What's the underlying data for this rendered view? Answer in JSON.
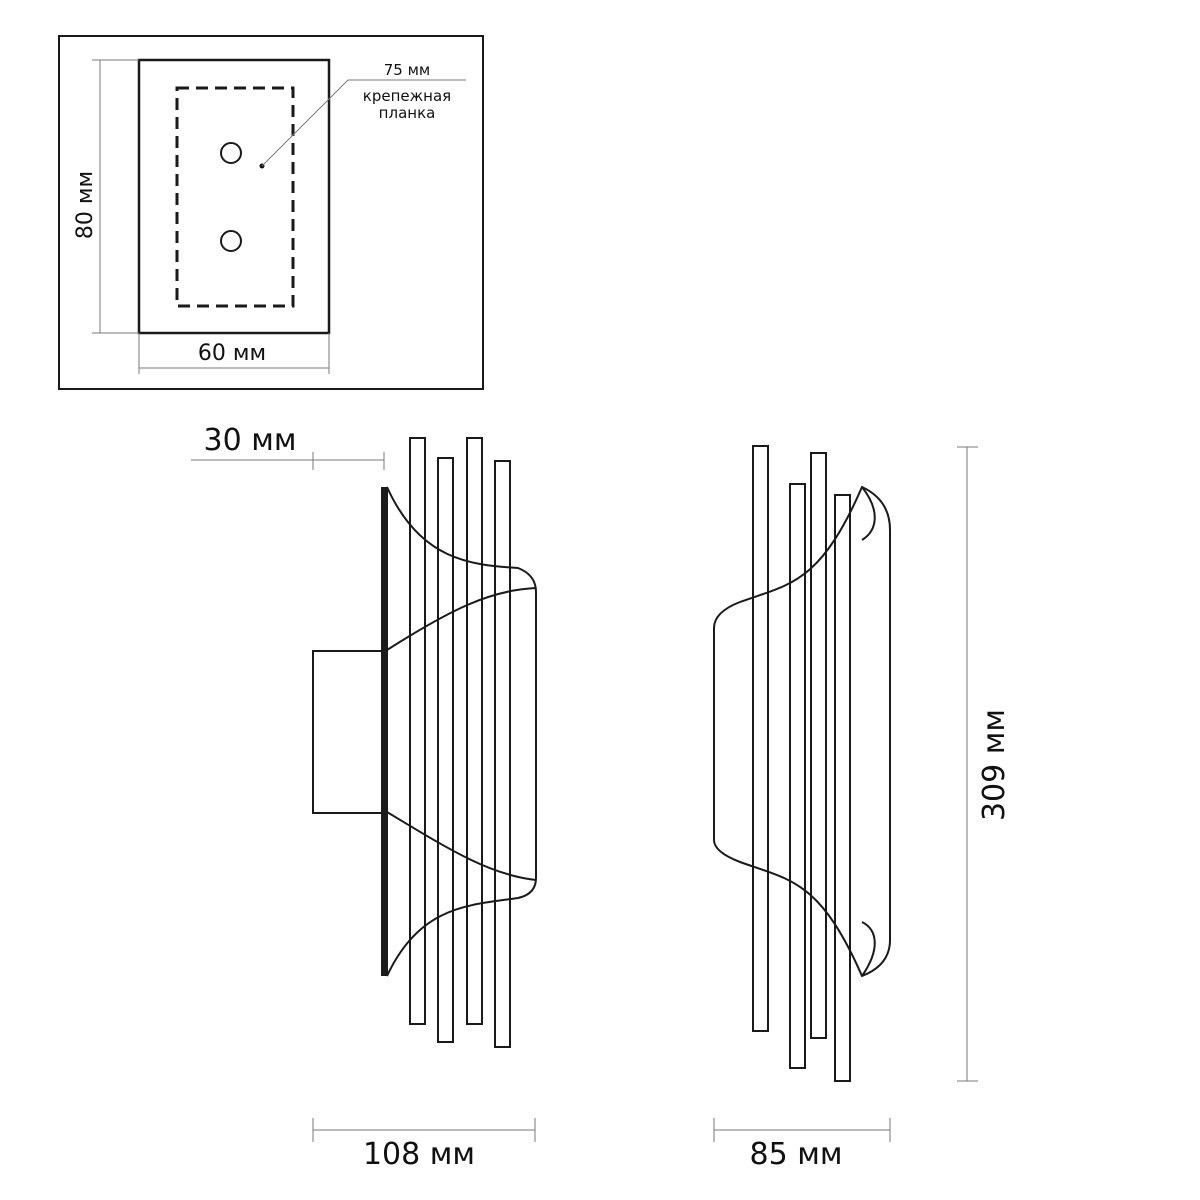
{
  "mounting_plate": {
    "height_label": "80 мм",
    "width_label": "60 мм",
    "bracket_label": "75 мм",
    "bracket_name_line1": "крепежная",
    "bracket_name_line2": "планка"
  },
  "side_view": {
    "depth_label": "30 мм",
    "width_label": "108 мм"
  },
  "front_view": {
    "width_label": "85 мм",
    "height_label": "309 мм"
  }
}
